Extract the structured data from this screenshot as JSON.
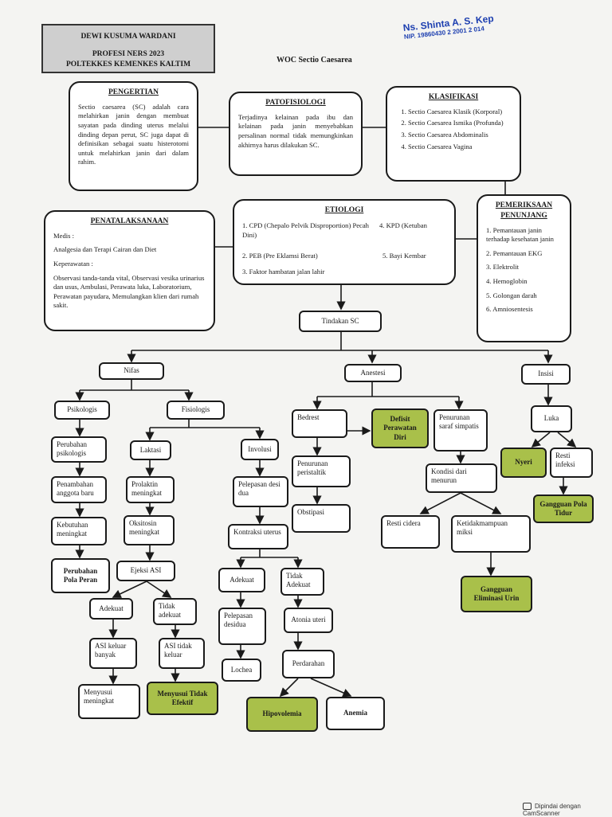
{
  "header": {
    "line1": "DEWI KUSUMA WARDANI",
    "line2": "PROFESI NERS 2023",
    "line3": "POLTEKKES KEMENKES KALTIM"
  },
  "doc_title": "WOC Sectio Caesarea",
  "signature": {
    "name": "Ns. Shinta A. S. Kep",
    "nip": "NIP. 19860430 2 2001 2 014"
  },
  "pengertian": {
    "title": "PENGERTIAN",
    "text": "Sectio caesarea (SC) adalah cara melahirkan janin dengan membuat sayatan pada dinding uterus melalui dinding depan perut, SC juga dapat di definisikan sebagai suatu histerotomi untuk melahirkan janin dari dalam rahim."
  },
  "patofisiologi": {
    "title": "PATOFISIOLOGI",
    "text": "Terjadinya kelainan pada ibu dan kelainan pada janin menyebabkan persalinan normal tidak memungkinkan akhirnya harus dilakukan SC."
  },
  "klasifikasi": {
    "title": "KLASIFIKASI",
    "items": [
      "Sectio Caesarea Klasik (Korporal)",
      "Sectio Caesarea Ismika (Profunda)",
      "Sectio Caesarea Abdominalis",
      "Sectio Caesarea Vagina"
    ]
  },
  "penatalaksanaan": {
    "title": "PENATALAKSANAAN",
    "medis_label": "Medis :",
    "medis_text": "Analgesia dan Terapi Cairan dan Diet",
    "kep_label": "Keperawatan :",
    "kep_text": "Observasi tanda-tanda vital, Observasi vesika urinarius dan usus, Ambulasi, Perawata luka, Laboratorium, Perawatan payudara, Memulangkan klien dari rumah sakit."
  },
  "etiologi": {
    "title": "ETIOLOGI",
    "i1": "1. CPD (Chepalo Pelvik Disproportion) Pecah Dini)",
    "i2": "2. PEB (Pre Eklamsi Berat)",
    "i3": "3. Faktor hambatan jalan lahir",
    "i4": "4. KPD (Ketuban",
    "i5": "5. Bayi Kembar"
  },
  "pemeriksaan": {
    "title": "PEMERIKSAAN PENUNJANG",
    "items": [
      "1. Pemantauan janin terhadap kesehatan janin",
      "2. Pemantauan EKG",
      "3. Elektrolit",
      "4. Hemoglobin",
      "5. Golongan darah",
      "6. Amniosentesis"
    ]
  },
  "nodes": {
    "tindakan": "Tindakan SC",
    "nifas": "Nifas",
    "anestesi": "Anestesi",
    "insisi": "Insisi",
    "psikologis": "Psikologis",
    "fisiologis": "Fisiologis",
    "perubahan_psikologis": "Perubahan psikologis",
    "penambahan": "Penambahan anggota baru",
    "kebutuhan": "Kebutuhan meningkat",
    "perubahan_pola": "Perubahan Pola Peran",
    "laktasi": "Laktasi",
    "prolaktin": "Prolaktin meningkat",
    "oksitosin": "Oksitosin meningkat",
    "ejeksi": "Ejeksi ASI",
    "adekuat1": "Adekuat",
    "tidak_adekuat1": "Tidak adekuat",
    "asi_keluar": "ASI keluar banyak",
    "asi_tidak": "ASI tidak keluar",
    "menyusui": "Menyusui meningkat",
    "menyusui_tidak": "Menyusui Tidak Efektif",
    "involusi": "Involusi",
    "pelepasan_desidua": "Pelepasan desi dua",
    "kontraksi": "Kontraksi uterus",
    "adekuat2": "Adekuat",
    "tidak_adekuat2": "Tidak Adekuat",
    "pelepasan_desidua2": "Pelepasan desidua",
    "atonia": "Atonia uteri",
    "lochea": "Lochea",
    "perdarahan": "Perdarahan",
    "hipovolemia": "Hipovolemia",
    "anemia": "Anemia",
    "bedrest": "Bedrest",
    "defisit": "Defisit Perawatan Diri",
    "penurunan_saraf": "Penurunan saraf simpatis",
    "penurunan_peristaltik": "Penurunan peristaltik",
    "obstipasi": "Obstipasi",
    "kondisi": "Kondisi dari menurun",
    "resti_cidera": "Resti cidera",
    "ketidakmampuan": "Ketidakmampuan miksi",
    "gangguan_eliminasi": "Gangguan Eliminasi Urin",
    "luka": "Luka",
    "nyeri": "Nyeri",
    "resti_infeksi": "Resti infeksi",
    "gangguan_tidur": "Gangguan Pola Tidur"
  },
  "colors": {
    "diagnosis": "#a9c04a",
    "header_bg": "#cfcfcf",
    "stamp": "#1d3fb0"
  },
  "scan_note": "Dipindai dengan CamScanner"
}
